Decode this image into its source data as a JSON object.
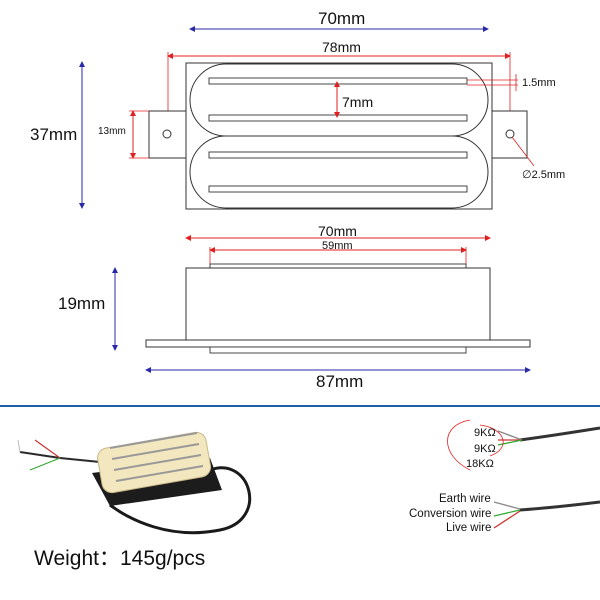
{
  "top_view": {
    "width_outer": "70mm",
    "width_inner": "78mm",
    "height_total": "37mm",
    "bracket_height": "13mm",
    "bar_spacing": "7mm",
    "bar_width": "1.5mm",
    "hole_diameter": "∅2.5mm"
  },
  "side_view": {
    "top_width": "70mm",
    "inner_width": "59mm",
    "height": "19mm",
    "base_width": "87mm"
  },
  "wiring": {
    "resistances": [
      "9KΩ",
      "9KΩ",
      "18KΩ"
    ],
    "wires": [
      "Earth wire",
      "Conversion wire",
      "Live wire"
    ]
  },
  "weight_text": "Weight：145g/pcs",
  "colors": {
    "dimension_red": "#e02020",
    "dimension_blue": "#2a2aa8",
    "separator": "#1f5fa8",
    "pickup_cream": "#f3e7bf"
  }
}
